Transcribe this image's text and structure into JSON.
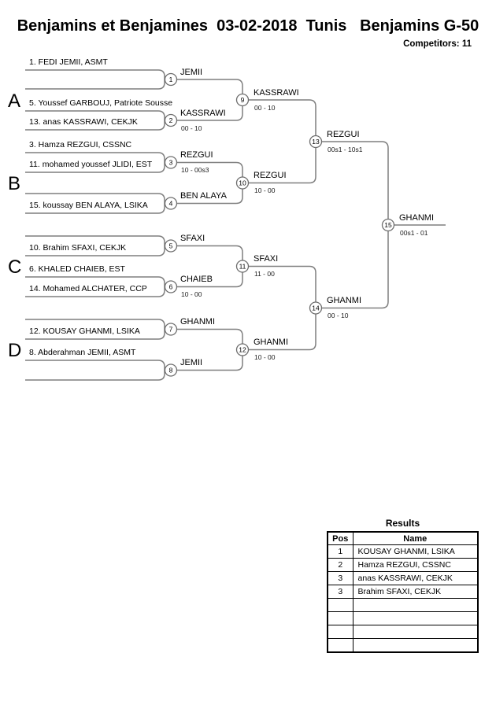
{
  "header": {
    "title": "Benjamins et Benjamines  03-02-2018  Tunis   Benjamins G-50",
    "competitors": "Competitors: 11"
  },
  "groups": [
    "A",
    "B",
    "C",
    "D"
  ],
  "bracket": {
    "entries": [
      "1. FEDI JEMII, ASMT",
      "",
      "5. Youssef GARBOUJ, Patriote Sousse",
      "13. anas KASSRAWI, CEKJK",
      "3. Hamza REZGUI, CSSNC",
      "11. mohamed youssef JLIDI, EST",
      "",
      "15. koussay BEN ALAYA, LSIKA",
      "",
      "10. Brahim SFAXI, CEKJK",
      "6. KHALED CHAIEB, EST",
      "14. Mohamed ALCHATER, CCP",
      "",
      "12. KOUSAY GHANMI, LSIKA",
      "8. Abderahman JEMII, ASMT",
      ""
    ],
    "matches": [
      {
        "num": "1",
        "winner": "JEMII",
        "score": ""
      },
      {
        "num": "2",
        "winner": "KASSRAWI",
        "score": "00 - 10"
      },
      {
        "num": "3",
        "winner": "REZGUI",
        "score": "10 - 00s3"
      },
      {
        "num": "4",
        "winner": "BEN ALAYA",
        "score": ""
      },
      {
        "num": "5",
        "winner": "SFAXI",
        "score": ""
      },
      {
        "num": "6",
        "winner": "CHAIEB",
        "score": "10 - 00"
      },
      {
        "num": "7",
        "winner": "GHANMI",
        "score": ""
      },
      {
        "num": "8",
        "winner": "JEMII",
        "score": ""
      },
      {
        "num": "9",
        "winner": "KASSRAWI",
        "score": "00 - 10"
      },
      {
        "num": "10",
        "winner": "REZGUI",
        "score": "10 - 00"
      },
      {
        "num": "11",
        "winner": "SFAXI",
        "score": "11 - 00"
      },
      {
        "num": "12",
        "winner": "GHANMI",
        "score": "10 - 00"
      },
      {
        "num": "13",
        "winner": "REZGUI",
        "score": "00s1 - 10s1"
      },
      {
        "num": "14",
        "winner": "GHANMI",
        "score": "00 - 10"
      },
      {
        "num": "15",
        "winner": "GHANMI",
        "score": "00s1 - 01"
      }
    ]
  },
  "results": {
    "title": "Results",
    "columns": [
      "Pos",
      "Name"
    ],
    "rows": [
      {
        "pos": "1",
        "name": "KOUSAY GHANMI, LSIKA"
      },
      {
        "pos": "2",
        "name": "Hamza REZGUI, CSSNC"
      },
      {
        "pos": "3",
        "name": "anas KASSRAWI, CEKJK"
      },
      {
        "pos": "3",
        "name": "Brahim SFAXI, CEKJK"
      },
      {
        "pos": "",
        "name": ""
      },
      {
        "pos": "",
        "name": ""
      },
      {
        "pos": "",
        "name": ""
      },
      {
        "pos": "",
        "name": ""
      }
    ]
  },
  "colors": {
    "line": "#7f7f7f",
    "text": "#000000",
    "background": "#ffffff"
  }
}
